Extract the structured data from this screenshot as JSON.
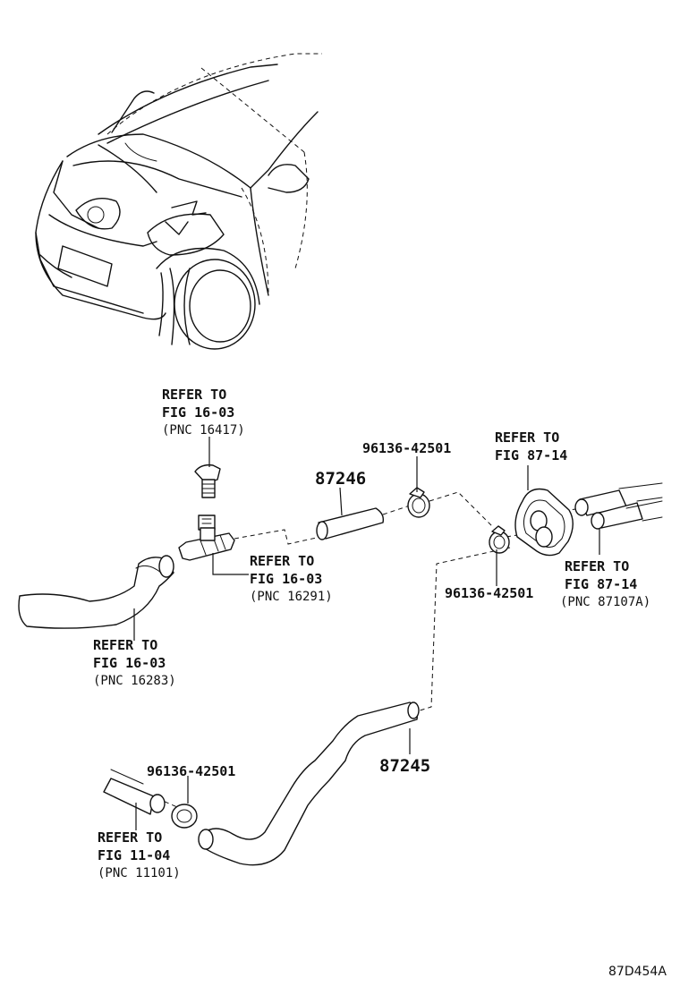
{
  "refs": {
    "ref_16417": {
      "l1": "REFER TO",
      "l2": "FIG 16-03",
      "l3": "(PNC 16417)"
    },
    "ref_16291": {
      "l1": "REFER TO",
      "l2": "FIG 16-03",
      "l3": "(PNC 16291)"
    },
    "ref_16283": {
      "l1": "REFER TO",
      "l2": "FIG 16-03",
      "l3": "(PNC 16283)"
    },
    "ref_87_14_top": {
      "l1": "REFER TO",
      "l2": "FIG 87-14"
    },
    "ref_87107a": {
      "l1": "REFER TO",
      "l2": "FIG 87-14",
      "l3": "(PNC 87107A)"
    },
    "ref_11101": {
      "l1": "REFER TO",
      "l2": "FIG 11-04",
      "l3": "(PNC 11101)"
    }
  },
  "parts": {
    "p87246": "87246",
    "p87245": "87245",
    "clamp_top": "96136-42501",
    "clamp_mid": "96136-42501",
    "clamp_bottom": "96136-42501"
  },
  "figure_code": "87D454A"
}
